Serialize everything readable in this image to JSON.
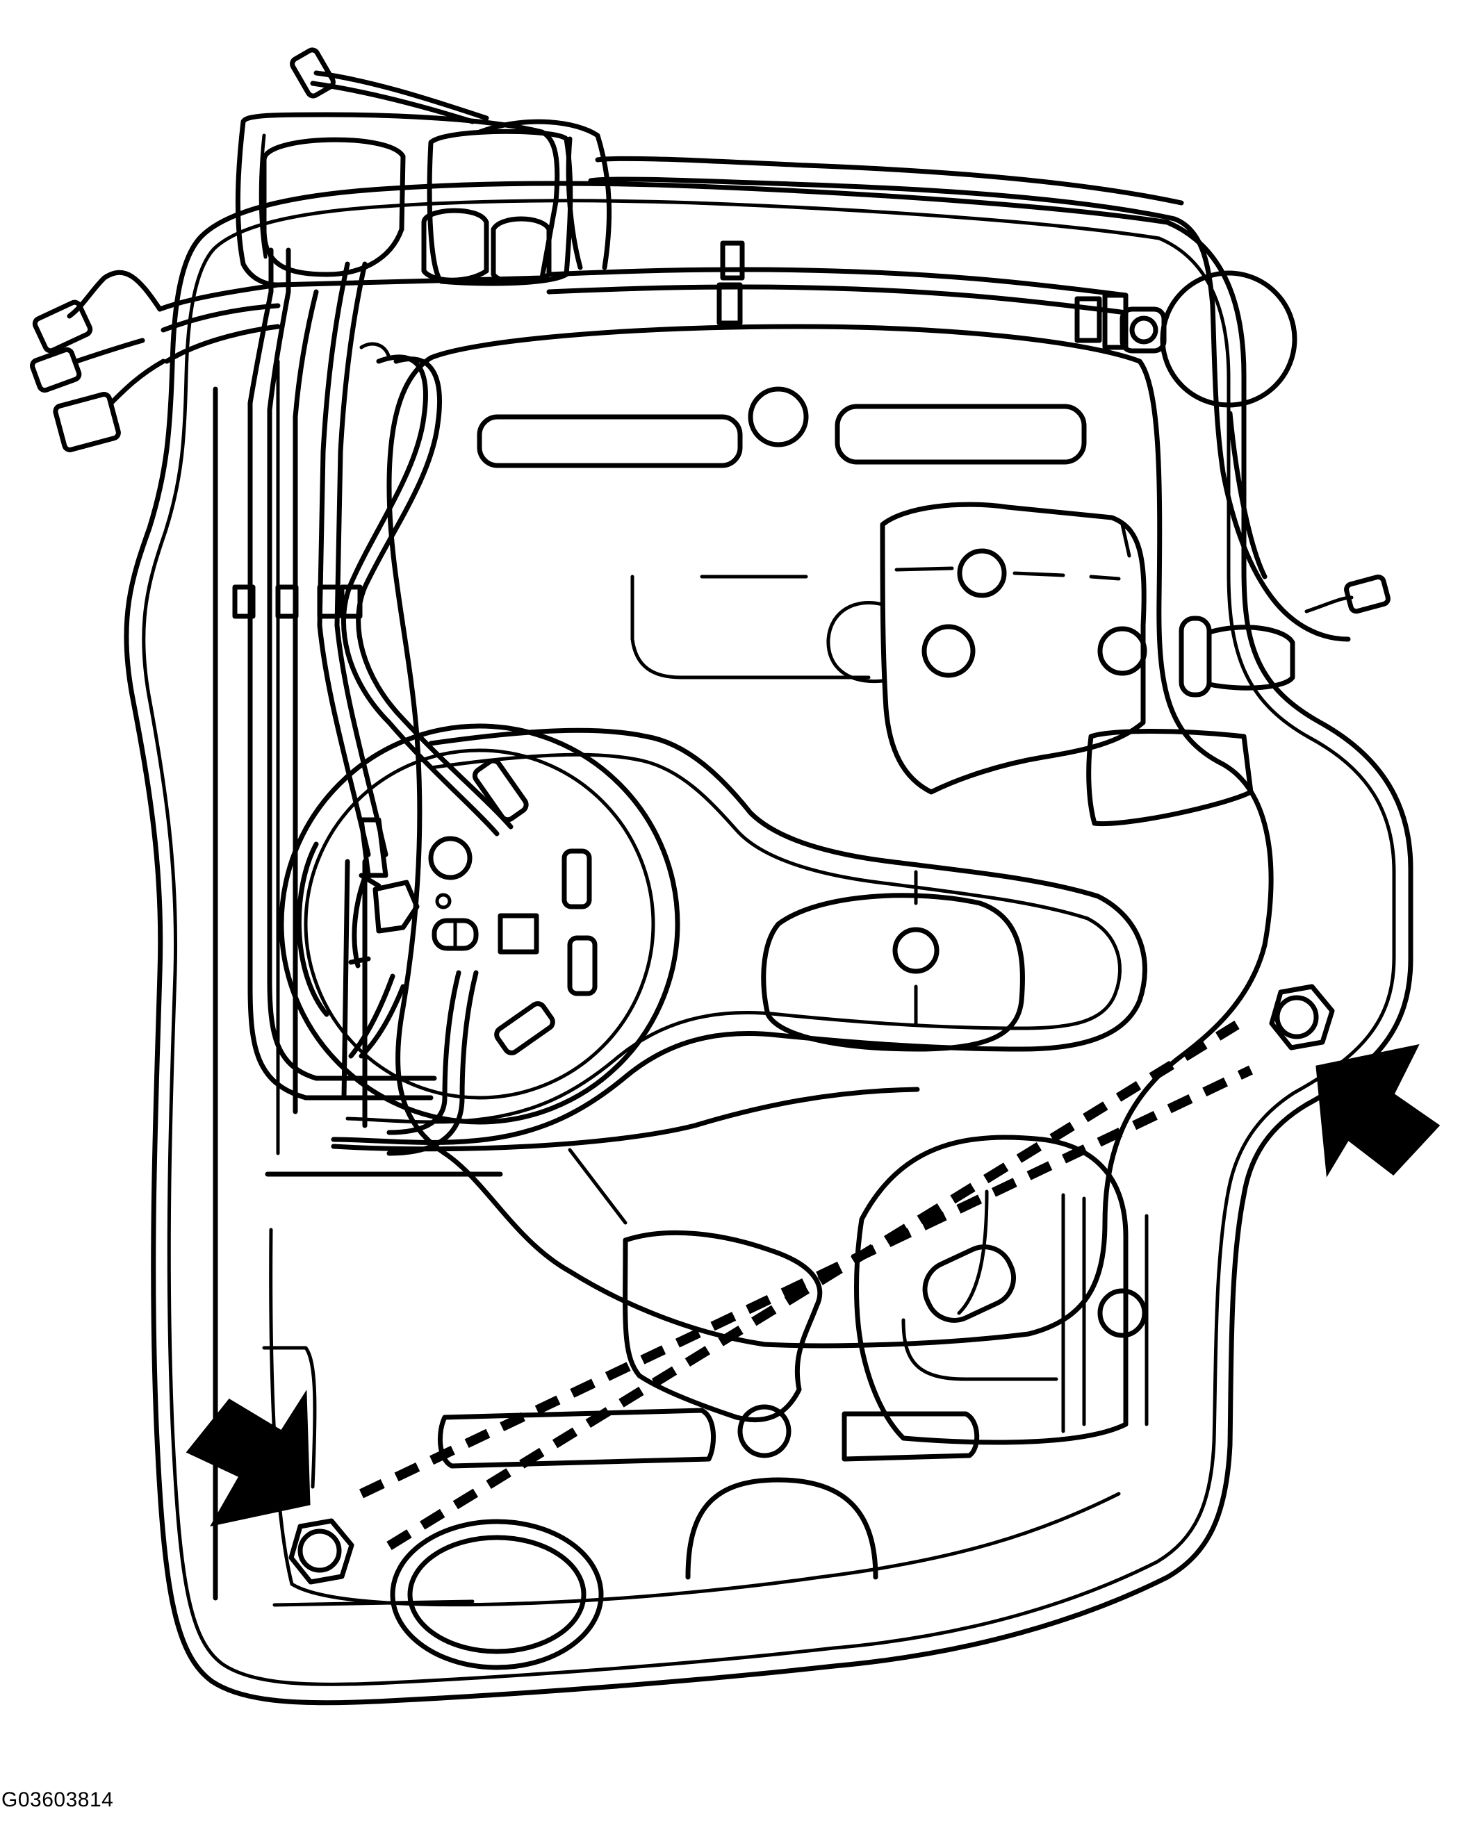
{
  "figure": {
    "code": "G03603814"
  },
  "colors": {
    "line": "#000000",
    "background": "#ffffff"
  },
  "callouts": [
    {
      "name": "upper-right-fastener-arrow",
      "icon": "arrow-pointing-up-left"
    },
    {
      "name": "lower-left-fastener-arrow",
      "icon": "arrow-pointing-down-right"
    }
  ]
}
